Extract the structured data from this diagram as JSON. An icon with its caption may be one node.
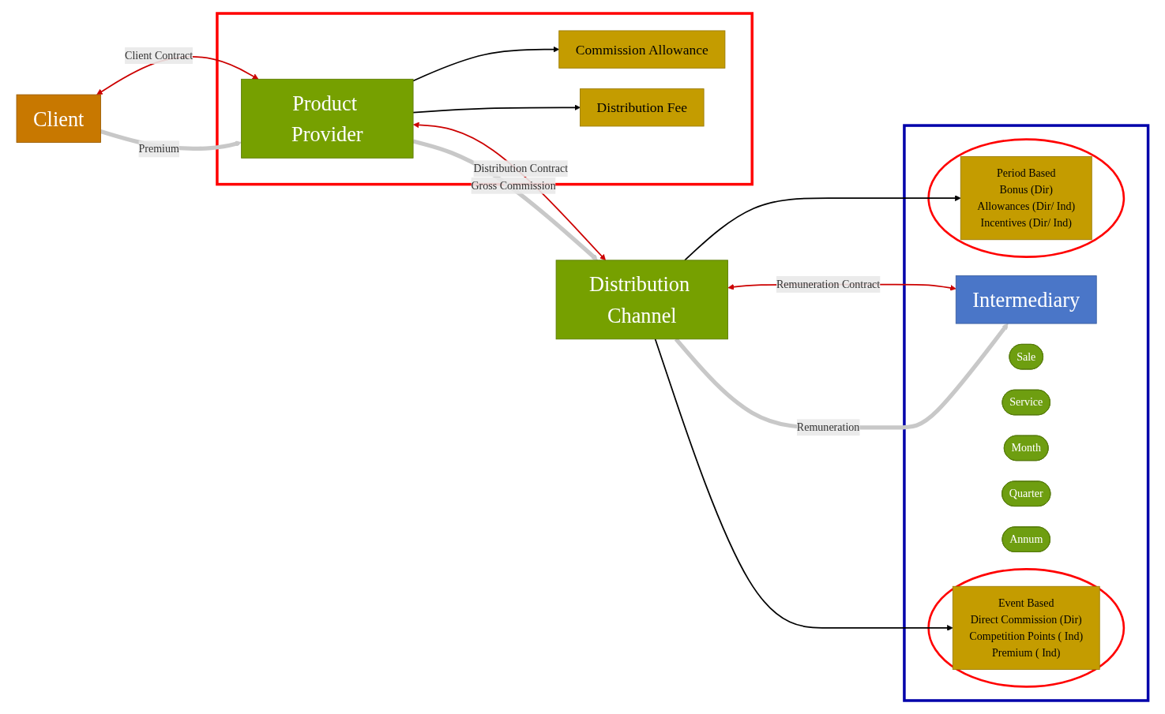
{
  "diagram": {
    "nodes": [
      {
        "text": [
          "Client"
        ]
      },
      {
        "text": [],
        "shape": "box"
      },
      {
        "text": [
          "Product Provider"
        ],
        "in": 1
      },
      {
        "text": [
          "Distribution Channel"
        ]
      },
      {
        "text": [
          "Commission Allowance"
        ],
        "in": 1
      },
      {
        "text": [
          "Distribution Fee"
        ],
        "in": 1
      },
      {
        "text": [],
        "shape": "box"
      },
      {
        "text": [
          "Intermediary"
        ],
        "in": 6
      },
      {
        "text": [
          "Sale"
        ],
        "in": 6
      },
      {
        "text": [
          "Service"
        ],
        "in": 6
      },
      {
        "text": [],
        "shape": "ellipse",
        "in": 6
      },
      {
        "text": [
          "Event Based",
          "Direct Commission (Dir)",
          "Competition Points ( Ind)",
          "Premium ( Ind)"
        ],
        "in": 10
      },
      {
        "text": [],
        "shape": "ellipse",
        "in": 6
      },
      {
        "text": [
          "Period Based",
          "Bonus (Dir)",
          "Allowances (Dir/ Ind)",
          "Incentives (Dir/ Ind)"
        ],
        "in": 12
      },
      {
        "text": [
          "Month"
        ],
        "in": 6
      },
      {
        "text": [
          "Quarter"
        ],
        "in": 6
      },
      {
        "text": [
          "Annum"
        ],
        "in": 6
      }
    ],
    "edges": [
      {
        "from": 0,
        "to": 2,
        "arrow": "both",
        "label": "Client Contract",
        "color": "#cc0000"
      },
      {
        "from": 0,
        "to": 2,
        "arrow": "to",
        "label": "Premium",
        "style": "thick",
        "color": "#c8c8c8"
      },
      {
        "from": 2,
        "to": 3,
        "arrow": "both",
        "label": "Distribution Contract",
        "color": "#cc0000"
      },
      {
        "from": 2,
        "to": 3,
        "arrow": "to",
        "label": "Gross Commission",
        "style": "thick",
        "color": "#c8c8c8"
      },
      {
        "from": 2,
        "to": 4,
        "arrow": "to"
      },
      {
        "from": 2,
        "to": 5,
        "arrow": "to"
      },
      {
        "from": 3,
        "to": 7,
        "arrow": "both",
        "label": "Remuneration Contract",
        "color": "#cc0000"
      },
      {
        "from": 3,
        "to": 7,
        "arrow": "to",
        "label": "Remuneration",
        "style": "thick",
        "color": "#c8c8c8"
      },
      {
        "from": 3,
        "to": 11,
        "arrow": "to"
      },
      {
        "from": 3,
        "to": 13,
        "arrow": "to"
      }
    ]
  }
}
